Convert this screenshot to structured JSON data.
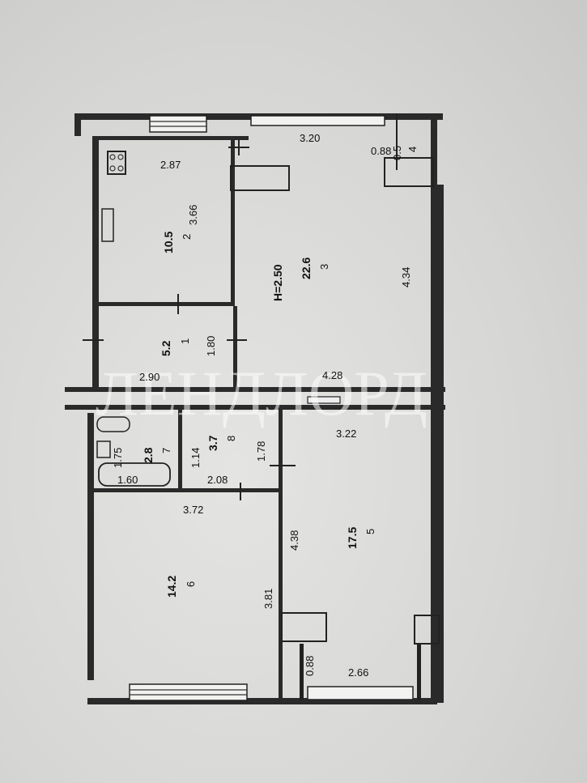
{
  "plan": {
    "watermark": "ЛЕНДЛОРД",
    "height_label": "H=2.50",
    "rooms": [
      {
        "num": "2",
        "area": "10.5"
      },
      {
        "num": "3",
        "area": "22.6"
      },
      {
        "num": "4",
        "area": "0.5"
      },
      {
        "num": "1",
        "area": "5.2"
      },
      {
        "num": "8",
        "area": "3.7"
      },
      {
        "num": "7",
        "area": "2.8"
      },
      {
        "num": "5",
        "area": "17.5"
      },
      {
        "num": "6",
        "area": "14.2"
      }
    ],
    "dimensions": [
      "2.87",
      "3.66",
      "3.20",
      "0.88",
      "4.34",
      "1.80",
      "2.90",
      "4.28",
      "3.22",
      "1.78",
      "1.14",
      "1.75",
      "1.60",
      "2.08",
      "3.72",
      "4.38",
      "3.81",
      "0.88",
      "2.66"
    ]
  }
}
